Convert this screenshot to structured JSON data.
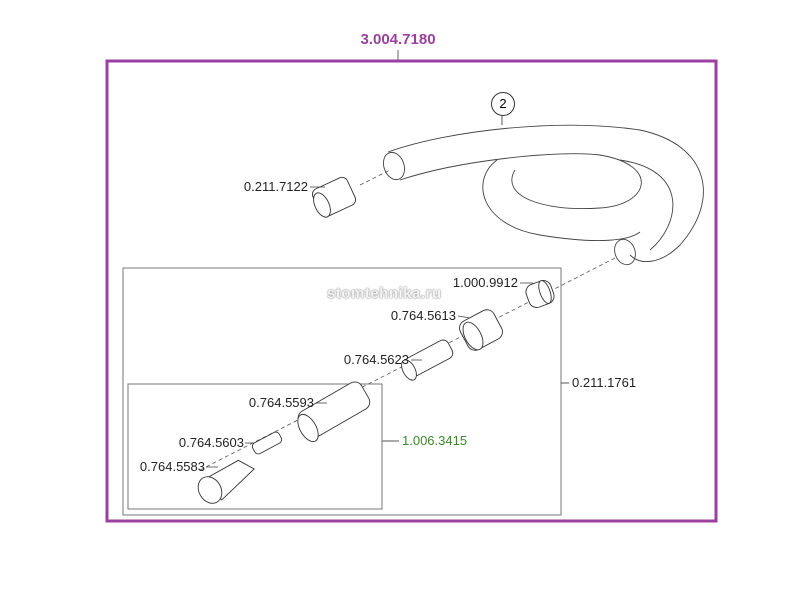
{
  "assembly_number": "3.004.7180",
  "watermark": "stomtehnika.ru",
  "hose_callout": "2",
  "parts": {
    "connector": "0.211.7122",
    "ring": "1.000.9912",
    "sleeve": "0.764.5613",
    "coupling": "0.764.5623",
    "housing": "0.764.5593",
    "clip": "0.764.5603",
    "nozzle": "0.764.5583"
  },
  "subassemblies": {
    "outer": "0.211.1761",
    "inner": "1.006.3415"
  },
  "colors": {
    "assembly": "#9b3fa0",
    "inner_subassembly": "#3a8a2a"
  }
}
